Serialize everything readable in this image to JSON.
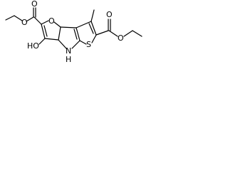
{
  "molecule": {
    "atom_labels": {
      "ring_oxygen": "O",
      "ester_left_carbonyl_oxygen": "O",
      "ester_left_ether_oxygen": "O",
      "ester_right_carbonyl_oxygen": "O",
      "ester_right_ether_oxygen": "O",
      "hydroxy": "HO",
      "nh": "H",
      "nitrogen": "N",
      "sulfur": "S"
    }
  }
}
